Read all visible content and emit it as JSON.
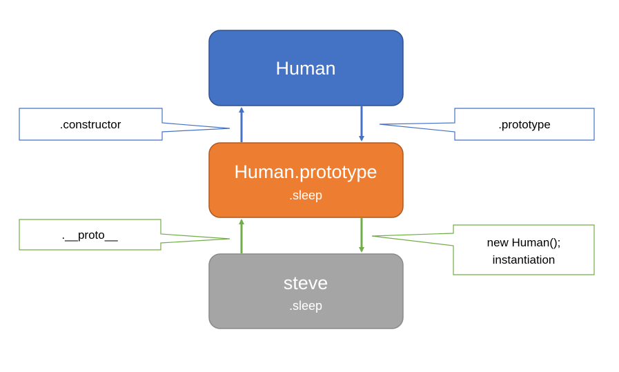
{
  "nodes": {
    "human": {
      "title": "Human"
    },
    "prototype": {
      "title": "Human.prototype",
      "member": ".sleep"
    },
    "steve": {
      "title": "steve",
      "member": ".sleep"
    }
  },
  "callouts": {
    "constructor": {
      "text": ".constructor"
    },
    "prototype": {
      "text": ".prototype"
    },
    "proto": {
      "text": ".__proto__"
    },
    "instantiation": {
      "line1": "new Human();",
      "line2": "instantiation"
    }
  },
  "colors": {
    "human_fill": "#4472c4",
    "prototype_fill": "#ed7d31",
    "steve_fill": "#a5a5a5",
    "blue_arrow": "#4472c4",
    "green_arrow": "#70ad47"
  }
}
